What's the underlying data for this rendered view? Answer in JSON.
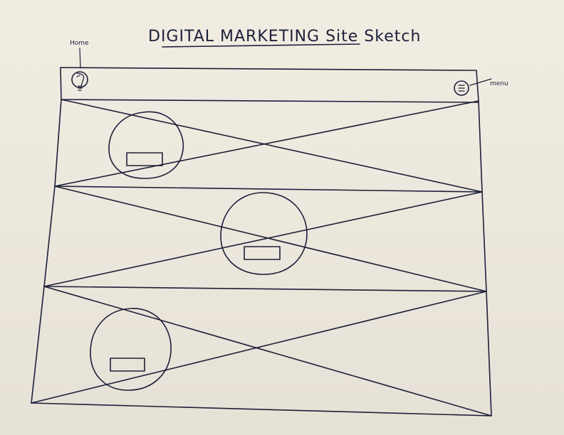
{
  "title": "DIGITAL MARKETING Site Sketch",
  "header": {
    "home_label": "Home",
    "home_icon": "lightbulb-icon",
    "menu_label": "menu",
    "menu_icon": "hamburger-icon"
  },
  "sections": [
    {
      "name": "hero-section-1",
      "image": "image-placeholder",
      "cta": "button-placeholder"
    },
    {
      "name": "hero-section-2",
      "image": "image-placeholder",
      "cta": "button-placeholder"
    },
    {
      "name": "hero-section-3",
      "image": "image-placeholder",
      "cta": "button-placeholder"
    }
  ],
  "colors": {
    "paper": "#ece7dc",
    "ink": "#1d1f3a"
  }
}
